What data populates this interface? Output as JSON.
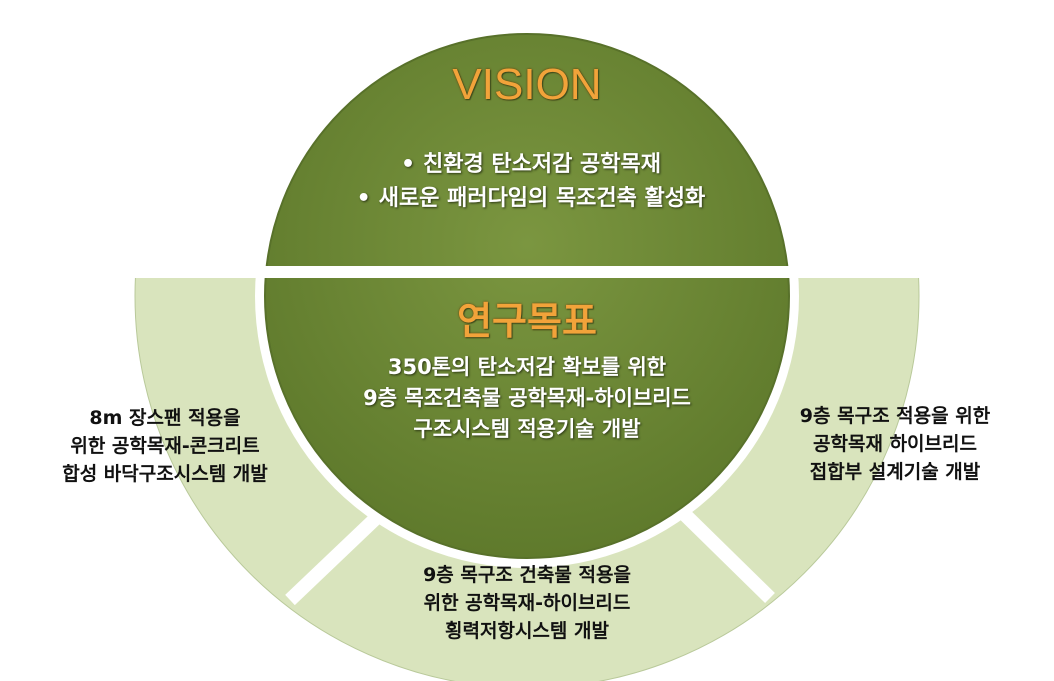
{
  "vision": {
    "title": "VISION",
    "bullets": [
      "친환경 탄소저감 공학목재",
      "새로운 패러다임의 목조건축 활성화"
    ],
    "bullet_symbol": "•"
  },
  "research_goal": {
    "title": "연구목표",
    "lines": [
      "350톤의 탄소저감 확보를 위한",
      "9층 목조건축물 공학목재-하이브리드",
      "구조시스템 적용기술 개발"
    ]
  },
  "sub_goals": {
    "left": [
      "8m 장스팬 적용을",
      "위한 공학목재-콘크리트",
      "합성 바닥구조시스템 개발"
    ],
    "right": [
      "9층 목구조 적용을 위한",
      "공학목재 하이브리드",
      "접합부 설계기술 개발"
    ],
    "bottom": [
      "9층 목구조 건축물 적용을",
      "위한 공학목재-하이브리드",
      "횡력저항시스템 개발"
    ]
  },
  "colors": {
    "dark_green": "#6f8a35",
    "light_green": "#d9e4bd",
    "orange": "#f2a33a"
  }
}
